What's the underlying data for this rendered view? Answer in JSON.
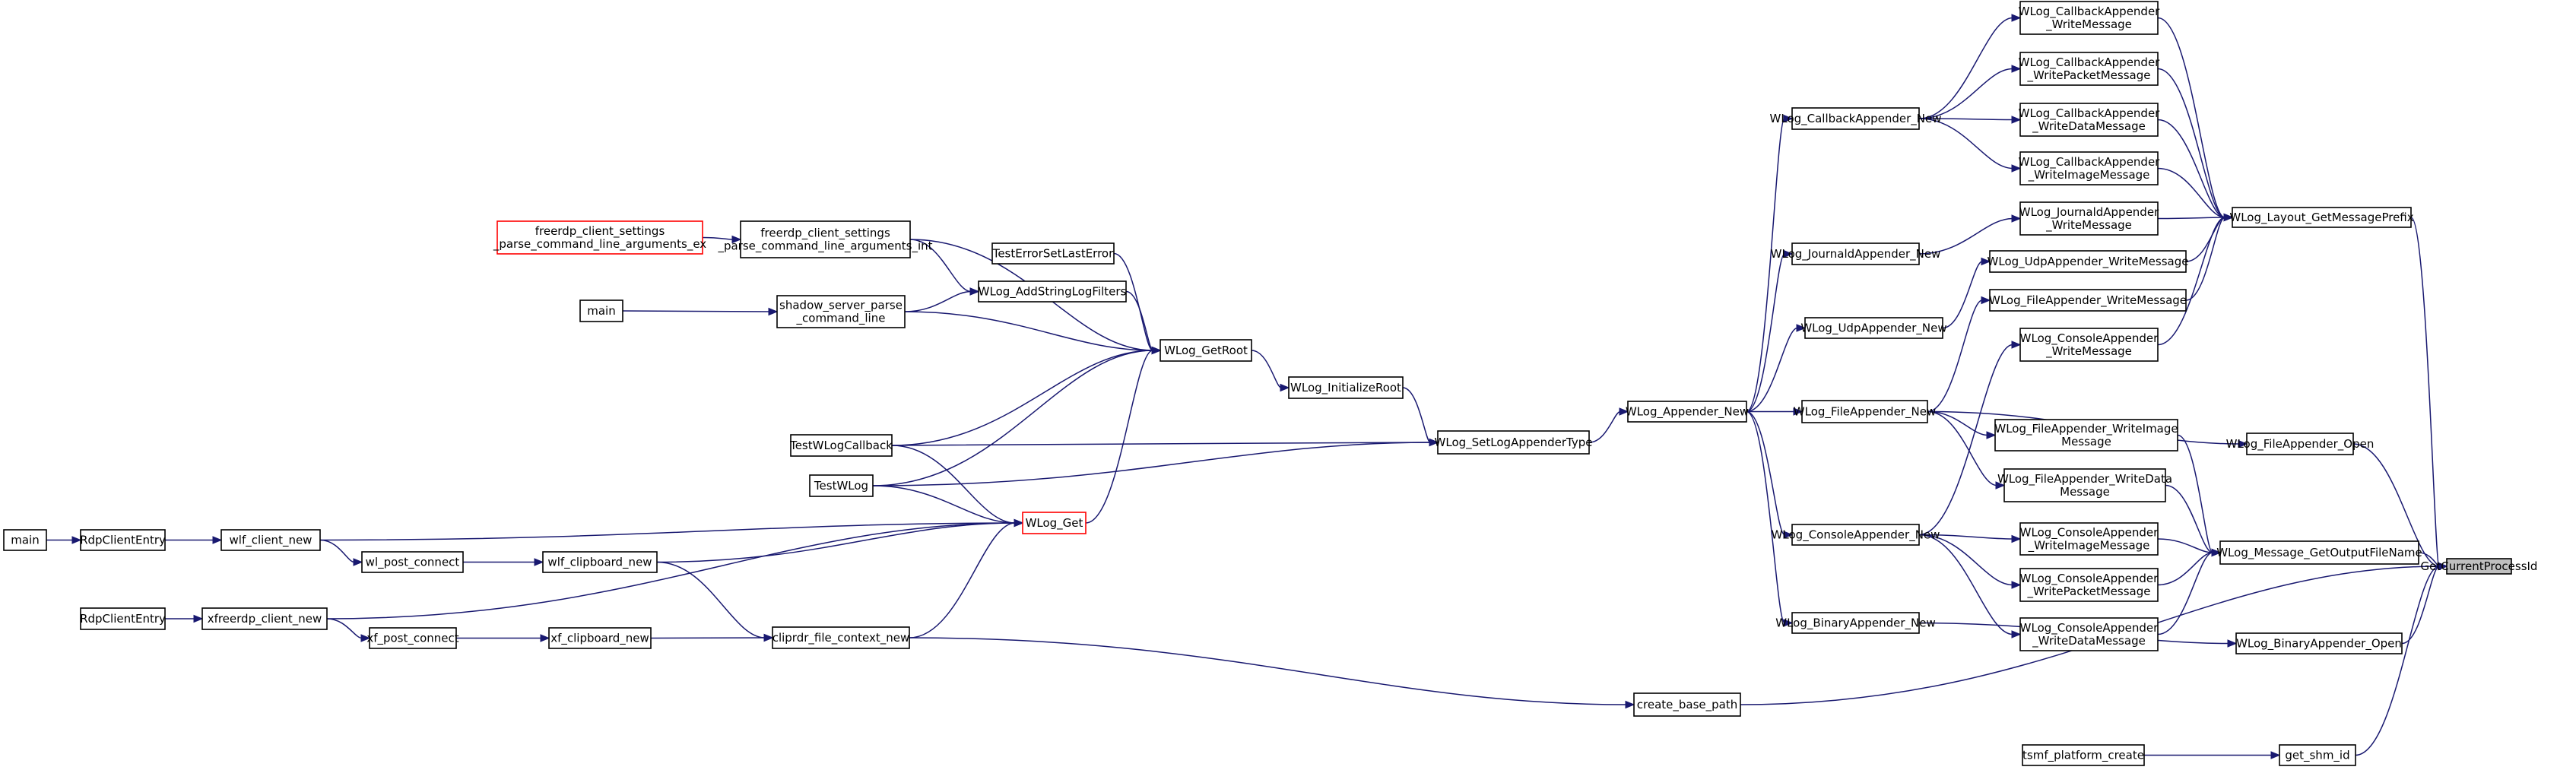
{
  "colors": {
    "edge": "#191970",
    "node_border": "#000000",
    "node_border_truncated": "#ff0000",
    "node_fill": "#ffffff",
    "target_fill": "#bfbfbf"
  },
  "nodes": [
    {
      "id": "getpid",
      "lines": [
        "GetCurrentProcessId"
      ],
      "style": "target"
    },
    {
      "id": "cb_wm",
      "lines": [
        "WLog_CallbackAppender",
        "_WriteMessage"
      ]
    },
    {
      "id": "cb_wpm",
      "lines": [
        "WLog_CallbackAppender",
        "_WritePacketMessage"
      ]
    },
    {
      "id": "cb_wdm",
      "lines": [
        "WLog_CallbackAppender",
        "_WriteDataMessage"
      ]
    },
    {
      "id": "cb_wim",
      "lines": [
        "WLog_CallbackAppender",
        "_WriteImageMessage"
      ]
    },
    {
      "id": "jr_wm",
      "lines": [
        "WLog_JournaldAppender",
        "_WriteMessage"
      ]
    },
    {
      "id": "udp_wm",
      "lines": [
        "WLog_UdpAppender_WriteMessage"
      ]
    },
    {
      "id": "file_wm",
      "lines": [
        "WLog_FileAppender_WriteMessage"
      ]
    },
    {
      "id": "con_wm",
      "lines": [
        "WLog_ConsoleAppender",
        "_WriteMessage"
      ]
    },
    {
      "id": "layout",
      "lines": [
        "WLog_Layout_GetMessagePrefix"
      ]
    },
    {
      "id": "cb_new",
      "lines": [
        "WLog_CallbackAppender_New"
      ]
    },
    {
      "id": "jr_new",
      "lines": [
        "WLog_JournaldAppender_New"
      ]
    },
    {
      "id": "udp_new",
      "lines": [
        "WLog_UdpAppender_New"
      ]
    },
    {
      "id": "file_new",
      "lines": [
        "WLog_FileAppender_New"
      ]
    },
    {
      "id": "con_new",
      "lines": [
        "WLog_ConsoleAppender_New"
      ]
    },
    {
      "id": "bin_new",
      "lines": [
        "WLog_BinaryAppender_New"
      ]
    },
    {
      "id": "app_new",
      "lines": [
        "WLog_Appender_New"
      ]
    },
    {
      "id": "file_wim",
      "lines": [
        "WLog_FileAppender_WriteImage",
        "Message"
      ]
    },
    {
      "id": "file_wdm",
      "lines": [
        "WLog_FileAppender_WriteData",
        "Message"
      ]
    },
    {
      "id": "con_wim",
      "lines": [
        "WLog_ConsoleAppender",
        "_WriteImageMessage"
      ]
    },
    {
      "id": "con_wpm",
      "lines": [
        "WLog_ConsoleAppender",
        "_WritePacketMessage"
      ]
    },
    {
      "id": "con_wdm",
      "lines": [
        "WLog_ConsoleAppender",
        "_WriteDataMessage"
      ]
    },
    {
      "id": "file_open",
      "lines": [
        "WLog_FileAppender_Open"
      ]
    },
    {
      "id": "getout",
      "lines": [
        "WLog_Message_GetOutputFileName"
      ]
    },
    {
      "id": "bin_open",
      "lines": [
        "WLog_BinaryAppender_Open"
      ]
    },
    {
      "id": "base_path",
      "lines": [
        "create_base_path"
      ]
    },
    {
      "id": "shm",
      "lines": [
        "get_shm_id"
      ]
    },
    {
      "id": "tsmf",
      "lines": [
        "tsmf_platform_create"
      ]
    },
    {
      "id": "setlog",
      "lines": [
        "WLog_SetLogAppenderType"
      ]
    },
    {
      "id": "initroot",
      "lines": [
        "WLog_InitializeRoot"
      ]
    },
    {
      "id": "getroot",
      "lines": [
        "WLog_GetRoot"
      ]
    },
    {
      "id": "wlogget",
      "lines": [
        "WLog_Get"
      ],
      "style": "red"
    },
    {
      "id": "teslast",
      "lines": [
        "TestErrorSetLastError"
      ]
    },
    {
      "id": "addfilt",
      "lines": [
        "WLog_AddStringLogFilters"
      ]
    },
    {
      "id": "fr_int",
      "lines": [
        "freerdp_client_settings",
        "_parse_command_line_arguments_int"
      ]
    },
    {
      "id": "fr_ex",
      "lines": [
        "freerdp_client_settings",
        "_parse_command_line_arguments_ex"
      ],
      "style": "red"
    },
    {
      "id": "shadow",
      "lines": [
        "shadow_server_parse",
        "_command_line"
      ]
    },
    {
      "id": "main1",
      "lines": [
        "main"
      ]
    },
    {
      "id": "twcb",
      "lines": [
        "TestWLogCallback"
      ]
    },
    {
      "id": "twlog",
      "lines": [
        "TestWLog"
      ]
    },
    {
      "id": "cliprdr",
      "lines": [
        "cliprdr_file_context_new"
      ]
    },
    {
      "id": "wlf_clip",
      "lines": [
        "wlf_clipboard_new"
      ]
    },
    {
      "id": "xf_clip",
      "lines": [
        "xf_clipboard_new"
      ]
    },
    {
      "id": "wl_post",
      "lines": [
        "wl_post_connect"
      ]
    },
    {
      "id": "xf_post",
      "lines": [
        "xf_post_connect"
      ]
    },
    {
      "id": "wlf_cli",
      "lines": [
        "wlf_client_new"
      ]
    },
    {
      "id": "xfree",
      "lines": [
        "xfreerdp_client_new"
      ]
    },
    {
      "id": "rdp1",
      "lines": [
        "RdpClientEntry"
      ]
    },
    {
      "id": "rdp2",
      "lines": [
        "RdpClientEntry"
      ]
    },
    {
      "id": "main2",
      "lines": [
        "main"
      ]
    }
  ]
}
